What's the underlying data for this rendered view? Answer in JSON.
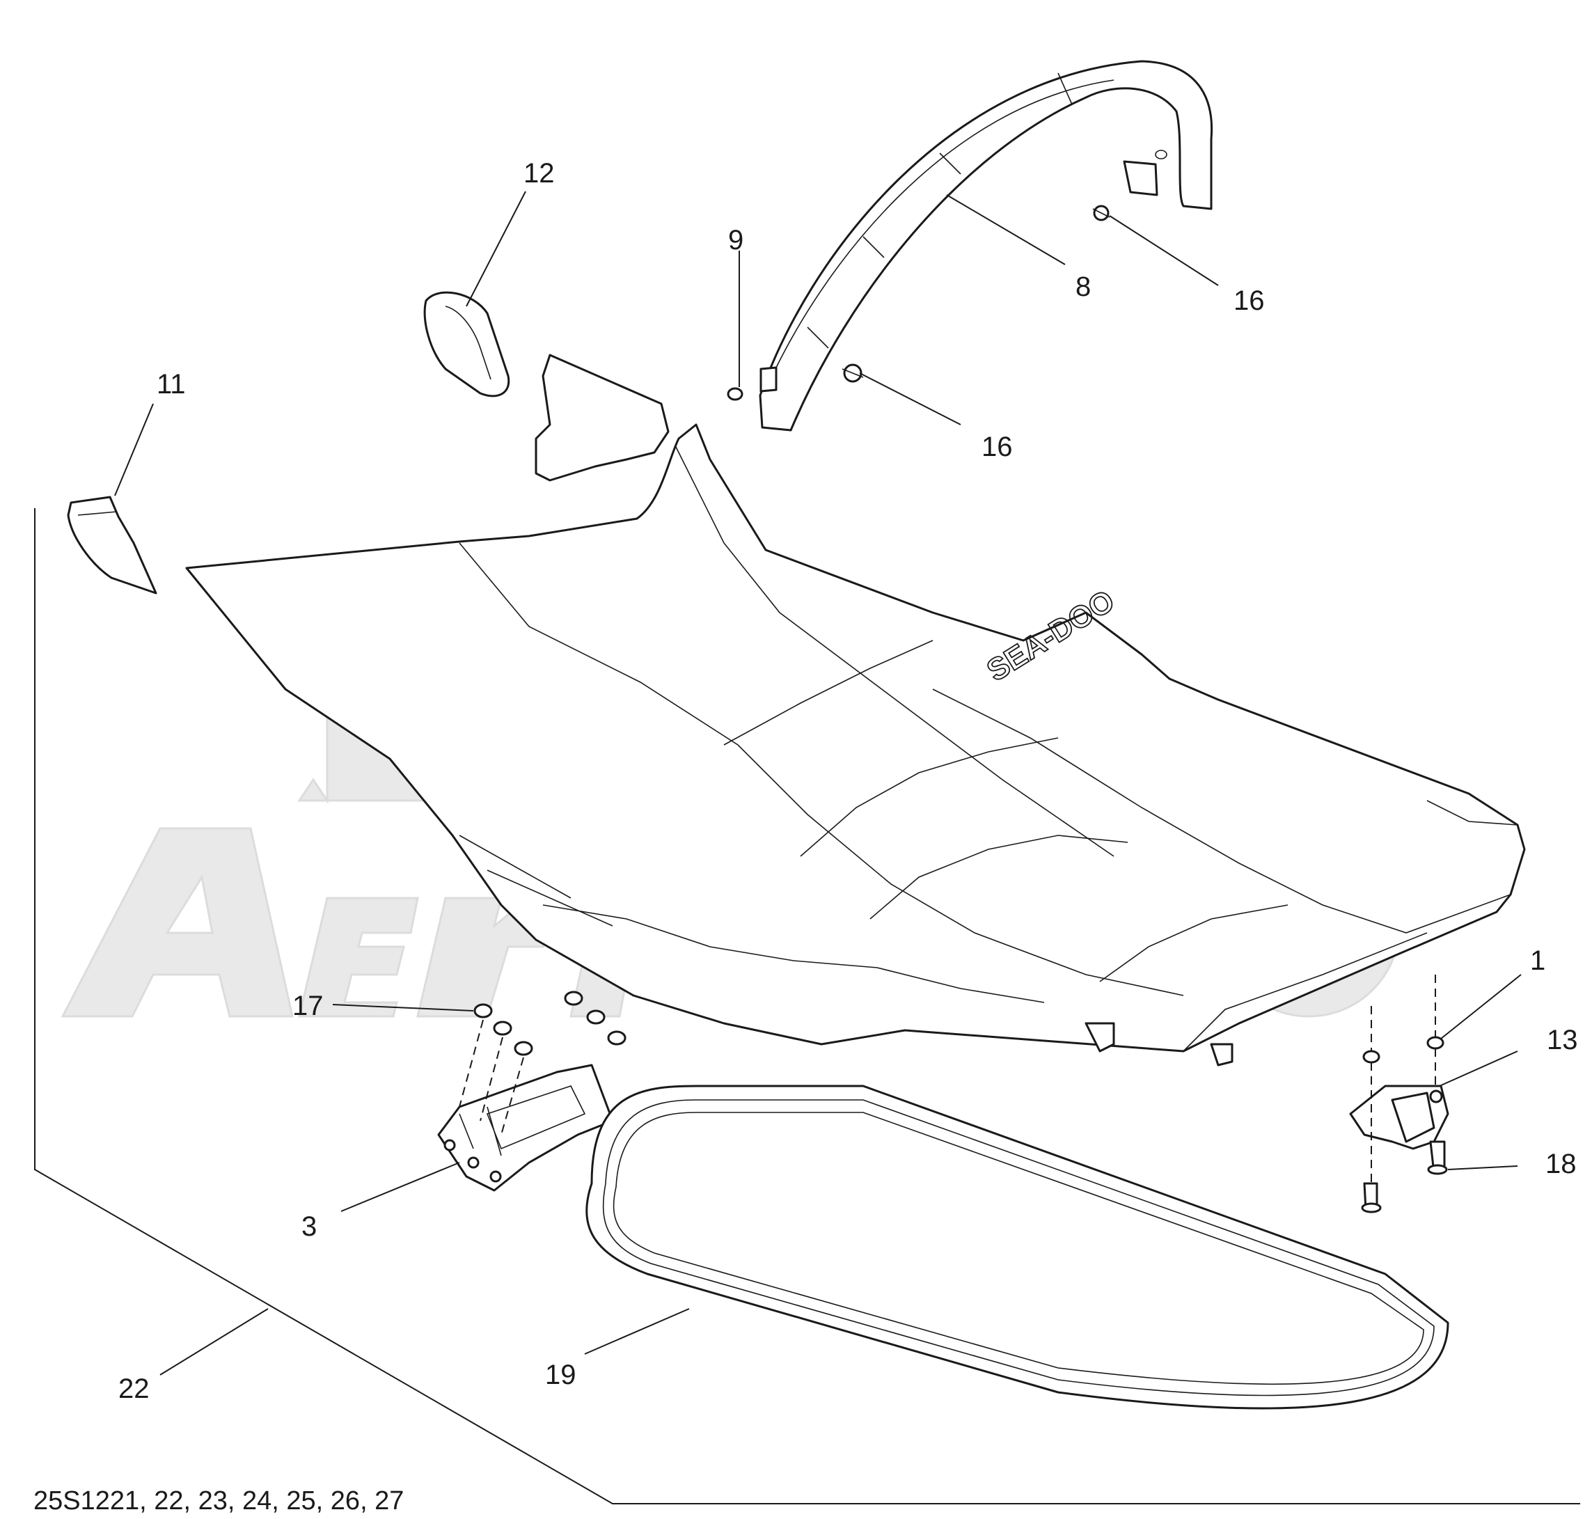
{
  "diagram": {
    "callouts": [
      {
        "id": "c1",
        "label": "1"
      },
      {
        "id": "c3",
        "label": "3"
      },
      {
        "id": "c8",
        "label": "8"
      },
      {
        "id": "c9",
        "label": "9"
      },
      {
        "id": "c11",
        "label": "11"
      },
      {
        "id": "c12",
        "label": "12"
      },
      {
        "id": "c13",
        "label": "13"
      },
      {
        "id": "c16a",
        "label": "16"
      },
      {
        "id": "c16b",
        "label": "16"
      },
      {
        "id": "c17",
        "label": "17"
      },
      {
        "id": "c18",
        "label": "18"
      },
      {
        "id": "c19",
        "label": "19"
      },
      {
        "id": "c22",
        "label": "22"
      }
    ],
    "footer_code": "25S1221, 22, 23, 24, 25, 26, 27",
    "brand_marking": "SEA-DOO",
    "watermark_text": "AerMoto"
  },
  "colors": {
    "line": "#1a1a1a",
    "watermark": "#e9e9e9",
    "background": "#ffffff"
  }
}
